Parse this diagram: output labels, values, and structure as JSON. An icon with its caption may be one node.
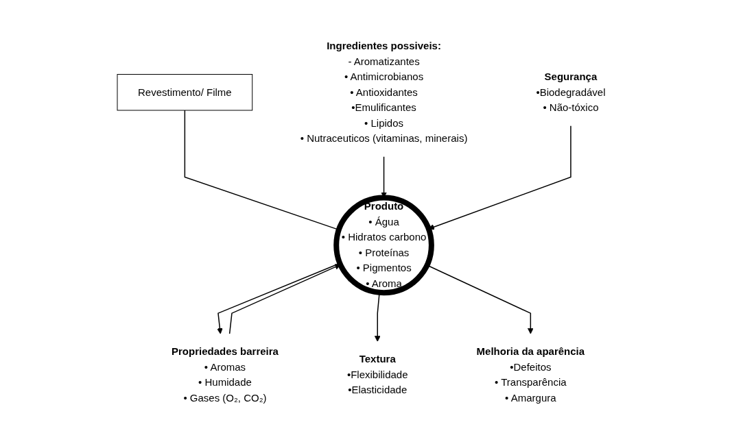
{
  "diagram": {
    "nodes": [
      {
        "text": [
          "Revestimento/ Filme"
        ]
      },
      {
        "text": [
          "Produto",
          "• Água",
          "• Hidratos carbono",
          "• Proteínas",
          "• Pigmentos",
          "• Aroma"
        ]
      },
      {
        "text": [
          "Propriedades barreira",
          "• Aromas",
          "• Humidade",
          "• Gases (O₂, CO₂)"
        ]
      },
      {
        "text": [
          "Ingredientes  possiveis:",
          "- Aromatizantes",
          "• Antimicrobianos",
          "• Antioxidantes",
          "•Emulificantes",
          "• Lipidos",
          "• Nutraceuticos (vitaminas, minerais)"
        ]
      },
      {
        "text": [
          "Segurança",
          "•Biodegradável",
          "• Não-tóxico"
        ]
      },
      {
        "text": [
          "Textura",
          "•Flexibilidade",
          "•Elasticidade"
        ]
      },
      {
        "text": [
          "Melhoria da aparência",
          "•Defeitos",
          "• Transparência",
          "• Amargura"
        ]
      }
    ],
    "edges": [
      {
        "from": 0,
        "to": 1,
        "arrow": "none"
      },
      {
        "from": 2,
        "to": 1,
        "arrow": "to"
      },
      {
        "from": 1,
        "to": 2,
        "arrow": "to"
      },
      {
        "from": 3,
        "to": 1,
        "arrow": "to"
      },
      {
        "from": 4,
        "to": 1,
        "arrow": "to"
      },
      {
        "from": 1,
        "to": 5,
        "arrow": "to"
      },
      {
        "from": 1,
        "to": 6,
        "arrow": "to"
      }
    ]
  }
}
